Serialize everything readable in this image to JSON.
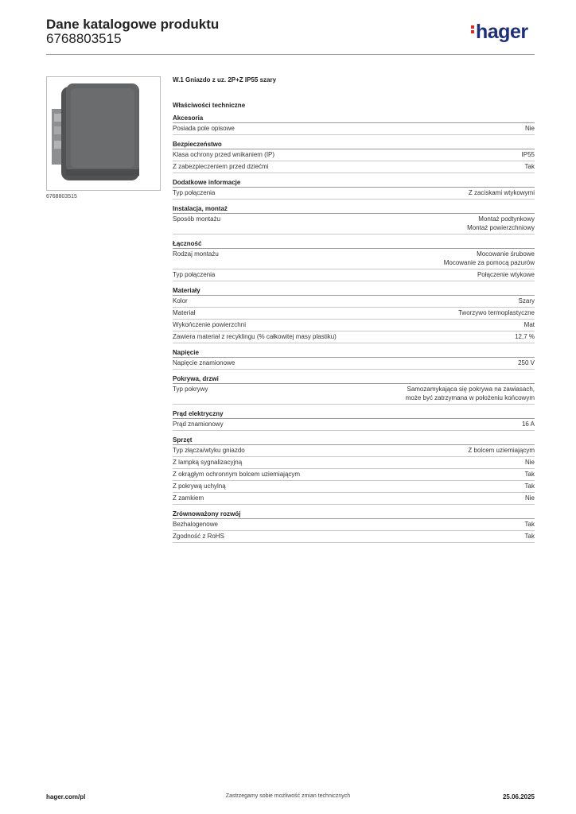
{
  "header": {
    "title": "Dane katalogowe produktu",
    "code": "6768803515",
    "logo_text": "hager"
  },
  "image_caption": "6768803515",
  "product_name": "W.1 Gniazdo z uz. 2P+Z IP55 szary",
  "section_title": "Właściwości techniczne",
  "groups": [
    {
      "title": "Akcesoria",
      "rows": [
        {
          "label": "Posiada pole opisowe",
          "value": [
            "Nie"
          ]
        }
      ]
    },
    {
      "title": "Bezpieczeństwo",
      "rows": [
        {
          "label": "Klasa ochrony przed wnikaniem (IP)",
          "value": [
            "IP55"
          ]
        },
        {
          "label": "Z zabezpieczeniem przed dziećmi",
          "value": [
            "Tak"
          ]
        }
      ]
    },
    {
      "title": "Dodatkowe informacje",
      "rows": [
        {
          "label": "Typ połączenia",
          "value": [
            "Z  zaciskami wtykowymi"
          ]
        }
      ]
    },
    {
      "title": "Instalacja, montaż",
      "rows": [
        {
          "label": "Sposób montażu",
          "value": [
            "Montaż podtynkowy",
            "Montaż powierzchniowy"
          ]
        }
      ]
    },
    {
      "title": "Łączność",
      "rows": [
        {
          "label": "Rodzaj montażu",
          "value": [
            "Mocowanie śrubowe",
            "Mocowanie za pomocą pazurów"
          ]
        },
        {
          "label": "Typ połączenia",
          "value": [
            "Połączenie wtykowe"
          ]
        }
      ]
    },
    {
      "title": "Materiały",
      "rows": [
        {
          "label": "Kolor",
          "value": [
            "Szary"
          ]
        },
        {
          "label": "Materiał",
          "value": [
            "Tworzywo termoplastyczne"
          ]
        },
        {
          "label": "Wykończenie powierzchni",
          "value": [
            "Mat"
          ]
        },
        {
          "label": "Zawiera materiał z recyklingu (% całkowitej masy plastiku)",
          "value": [
            "12,7 %"
          ]
        }
      ]
    },
    {
      "title": "Napięcie",
      "rows": [
        {
          "label": "Napięcie znamionowe",
          "value": [
            "250 V"
          ]
        }
      ]
    },
    {
      "title": "Pokrywa, drzwi",
      "rows": [
        {
          "label": "Typ pokrywy",
          "value": [
            "Samozamykająca się pokrywa na zawiasach,",
            "może być zatrzymana w położeniu końcowym"
          ]
        }
      ]
    },
    {
      "title": "Prąd elektryczny",
      "rows": [
        {
          "label": "Prąd znamionowy",
          "value": [
            "16 A"
          ]
        }
      ]
    },
    {
      "title": "Sprzęt",
      "rows": [
        {
          "label": "Typ złącza/wtyku gniazdo",
          "value": [
            "Z bolcem uziemiającym"
          ]
        },
        {
          "label": "Z lampką sygnalizacyjną",
          "value": [
            "Nie"
          ]
        },
        {
          "label": "Z okrągłym ochronnym bolcem uziemiającym",
          "value": [
            "Tak"
          ]
        },
        {
          "label": "Z pokrywą uchylną",
          "value": [
            "Tak"
          ]
        },
        {
          "label": "Z zamkiem",
          "value": [
            "Nie"
          ]
        }
      ]
    },
    {
      "title": "Zrównoważony rozwój",
      "rows": [
        {
          "label": "Bezhalogenowe",
          "value": [
            "Tak"
          ]
        },
        {
          "label": "Zgodność z RoHS",
          "value": [
            "Tak"
          ]
        }
      ]
    }
  ],
  "footer": {
    "site": "hager.com/pl",
    "note": "Zastrzegamy sobie możliwość zmian technicznych",
    "date": "25.06.2025"
  },
  "colors": {
    "logo_blue": "#1d2f7a",
    "logo_red": "#e4281f",
    "product_gray": "#5f6163"
  },
  "icons": [
    "product-photo",
    "hager-logo"
  ]
}
